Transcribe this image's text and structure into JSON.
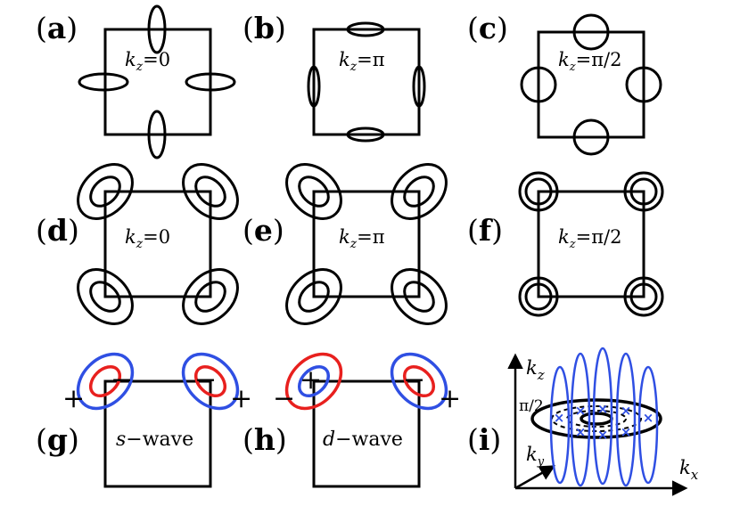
{
  "panels": {
    "a": {
      "open": "(",
      "letter": "a",
      "close": ")",
      "kz_lhs": "k",
      "kz_sub": "z",
      "kz_rhs": "=0"
    },
    "b": {
      "open": "(",
      "letter": "b",
      "close": ")",
      "kz_lhs": "k",
      "kz_sub": "z",
      "kz_rhs": "=π"
    },
    "c": {
      "open": "(",
      "letter": "c",
      "close": ")",
      "kz_lhs": "k",
      "kz_sub": "z",
      "kz_rhs": "=π/2"
    },
    "d": {
      "open": "(",
      "letter": "d",
      "close": ")",
      "kz_lhs": "k",
      "kz_sub": "z",
      "kz_rhs": "=0"
    },
    "e": {
      "open": "(",
      "letter": "e",
      "close": ")",
      "kz_lhs": "k",
      "kz_sub": "z",
      "kz_rhs": "=π"
    },
    "f": {
      "open": "(",
      "letter": "f",
      "close": ")",
      "kz_lhs": "k",
      "kz_sub": "z",
      "kz_rhs": "=π/2"
    },
    "g": {
      "open": "(",
      "letter": "g",
      "close": ")",
      "wave_var": "s",
      "wave_word": "−wave",
      "plus": "+",
      "minus": "−"
    },
    "h": {
      "open": "(",
      "letter": "h",
      "close": ")",
      "wave_var": "d",
      "wave_word": "−wave",
      "plus": "+",
      "minus": "−"
    },
    "i": {
      "open": "(",
      "letter": "i",
      "close": ")",
      "kz_axis": "k",
      "kz_axis_sub": "z",
      "ky_axis": "k",
      "ky_axis_sub": "y",
      "kx_axis": "k",
      "kx_axis_sub": "x",
      "tick": "π/2",
      "cross": "×"
    }
  },
  "colors": {
    "ink": "#000000",
    "red": "#e8201e",
    "blue": "#2f4fe3"
  }
}
